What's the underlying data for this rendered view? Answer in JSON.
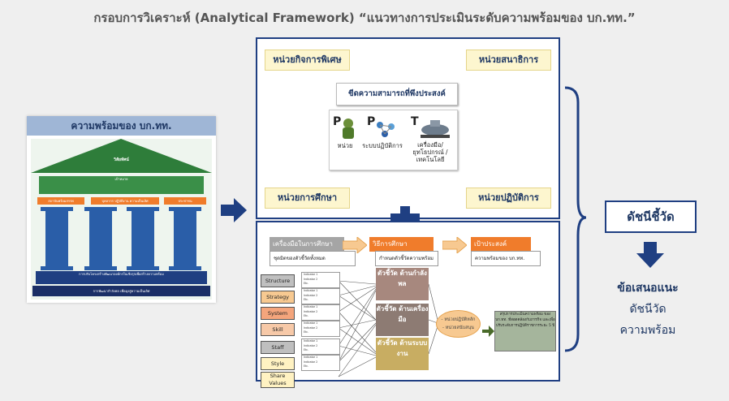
{
  "title": "กรอบการวิเคราะห์ (Analytical Framework) “แนวทางการประเมินระดับความพร้อมของ บก.ทท.”",
  "left_card": {
    "caption": "ความพร้อมของ บก.ทท.",
    "roof_heading": "วิสัยทัศน์",
    "mission_heading": "เป้าหมาย",
    "pillars": [
      "สถาบันพร้อมสรรพ",
      "บุคลากร ปฏิบัติงาน ความเป็นเลิศ",
      "ประชาชน"
    ],
    "base": "การปรับโครงสร้างพัฒนาองค์กรในเชิงรุกเพื่อสร้างความพร้อม",
    "footer": "การพัฒนากำลังพล เพื่อมุ่งสู่ความเป็นเลิศ"
  },
  "top_box": {
    "unit_special": "หน่วยกิจการพิเศษ",
    "unit_support": "หน่วยสนาธิการ",
    "unit_education": "หน่วยการศึกษา",
    "unit_operations": "หน่วยปฏิบัติการ",
    "center": "ขีดความสามารถที่พึงประสงค์",
    "icons": [
      {
        "letter": "P",
        "label": "หน่วย"
      },
      {
        "letter": "P",
        "label": "ระบบปฏิบัติการ"
      },
      {
        "letter": "T",
        "label": "เครื่องมือ/ยุทโธปกรณ์ /เทคโนโลยี"
      }
    ]
  },
  "bottom_box": {
    "stages": [
      {
        "title": "เครื่องมือในการศึกษา",
        "sub": "ชุดมิตของตัวชี้วัดทั้งหมด"
      },
      {
        "title": "วิธีการศึกษา",
        "sub": "กำหนดตัวชี้วัดความพร้อม"
      },
      {
        "title": "เป้าประสงค์",
        "sub": "ความพร้อมของ บก.ทท."
      }
    ],
    "seven_s": [
      "Structure",
      "Strategy",
      "System",
      "Skill",
      "Staff",
      "Style",
      "Share Values"
    ],
    "indicators": [
      "Indicator 1",
      "Indicator 2",
      "Etc."
    ],
    "kpis": [
      "ตัวชี้วัด ด้านกำลังพล",
      "ตัวชี้วัด ด้านเครื่องมือ",
      "ตัวชี้วัด ด้านระบบงาน"
    ],
    "oval": [
      "- หน่วยปฏิบัติหลัก",
      "- หน่วยสนับสนุน"
    ],
    "result": "สรุปการประเมินความพร้อม ของ บก.ทท. ที่สอดคล้องกับภารกิจ และเพื่อปรับระดับการปฏิบัติราชการระยะ 5 ปี"
  },
  "right": {
    "index": "ดัชนีชี้วัด",
    "rec_title": "ข้อเสนอแนะ",
    "rec_line1": "ดัชนีวัด",
    "rec_line2": "ความพร้อม"
  },
  "colors": {
    "navy": "#1f3f82",
    "green": "#2e7d3a",
    "orange": "#f07c2b"
  }
}
